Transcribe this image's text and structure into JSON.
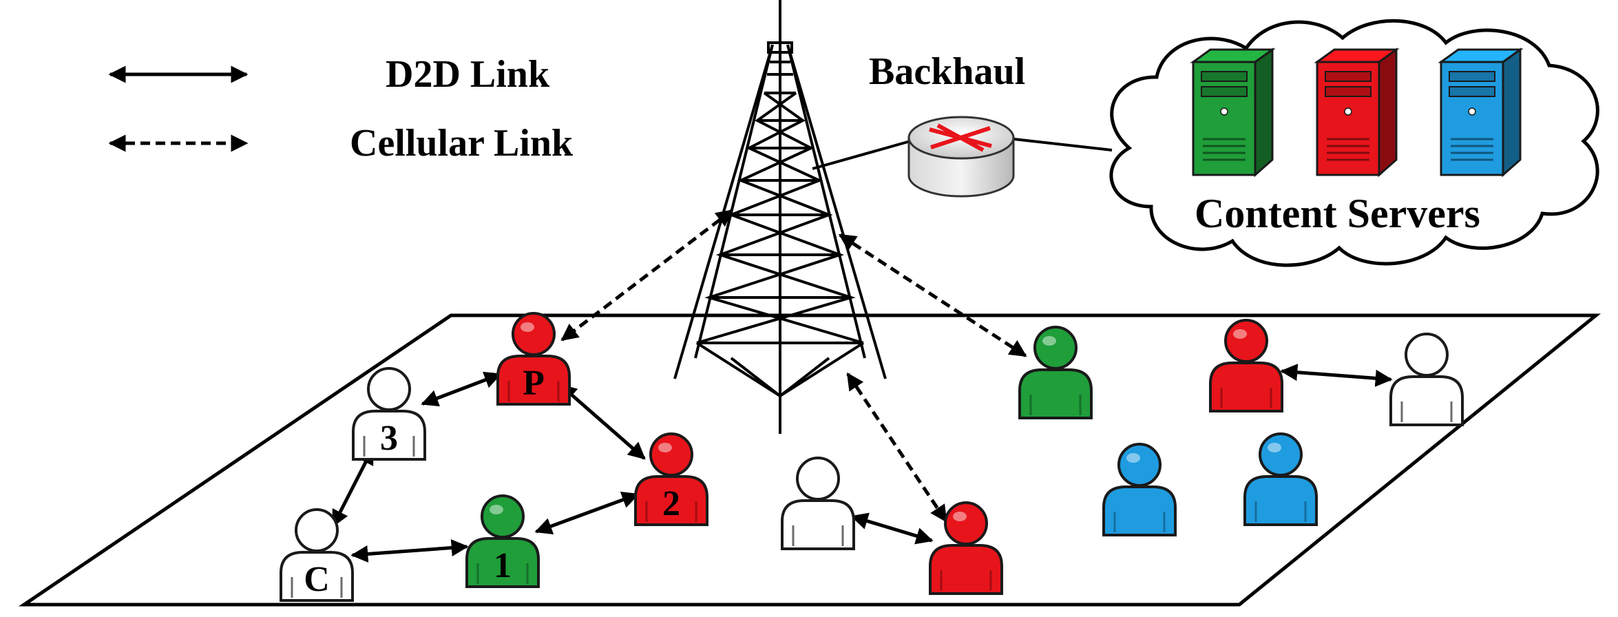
{
  "legend": {
    "d2d_label": "D2D Link",
    "cellular_label": "Cellular Link"
  },
  "backhaul_label": "Backhaul",
  "content_servers_label": "Content Servers",
  "colors": {
    "red": "#e8141b",
    "green": "#1f9e3a",
    "blue": "#1f9ce0",
    "white": "#ffffff",
    "outline": "#1a1a1a"
  },
  "servers": [
    {
      "name": "green-server",
      "color": "green"
    },
    {
      "name": "red-server",
      "color": "red"
    },
    {
      "name": "blue-server",
      "color": "blue"
    }
  ],
  "users": [
    {
      "id": "P",
      "color": "red",
      "label": "P"
    },
    {
      "id": "3",
      "color": "white",
      "label": "3"
    },
    {
      "id": "2",
      "color": "red",
      "label": "2"
    },
    {
      "id": "C",
      "color": "white",
      "label": "C"
    },
    {
      "id": "1",
      "color": "green",
      "label": "1"
    },
    {
      "id": "mid-white",
      "color": "white",
      "label": ""
    },
    {
      "id": "mid-red",
      "color": "red",
      "label": ""
    },
    {
      "id": "right-green",
      "color": "green",
      "label": ""
    },
    {
      "id": "right-red",
      "color": "red",
      "label": ""
    },
    {
      "id": "right-white",
      "color": "white",
      "label": ""
    },
    {
      "id": "right-blue-1",
      "color": "blue",
      "label": ""
    },
    {
      "id": "right-blue-2",
      "color": "blue",
      "label": ""
    }
  ],
  "d2d_links": [
    [
      "3",
      "P"
    ],
    [
      "P",
      "2"
    ],
    [
      "2",
      "1"
    ],
    [
      "1",
      "C"
    ],
    [
      "C",
      "3"
    ],
    [
      "mid-white",
      "mid-red"
    ],
    [
      "right-red",
      "right-white"
    ]
  ],
  "cellular_links": [
    [
      "tower",
      "P"
    ],
    [
      "tower",
      "right-green"
    ],
    [
      "tower",
      "mid-red"
    ]
  ]
}
